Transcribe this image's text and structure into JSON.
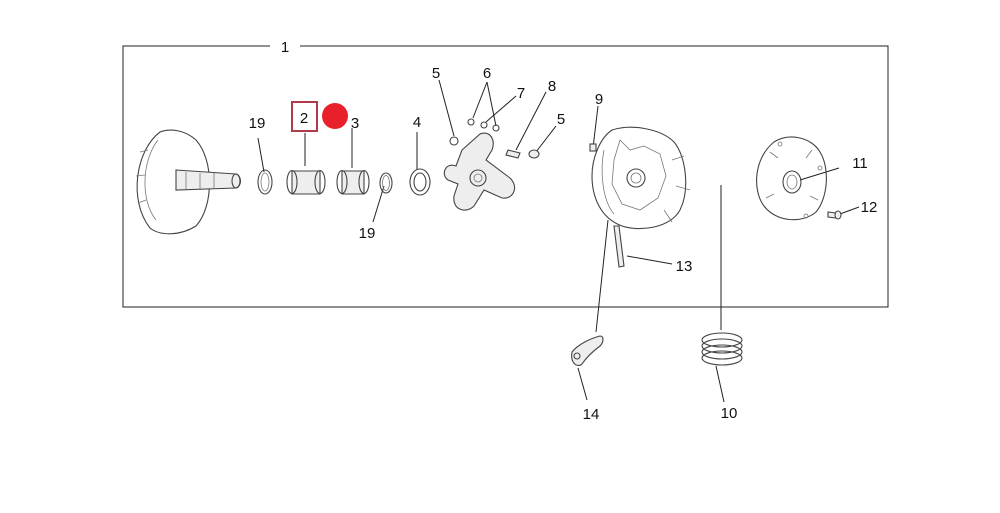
{
  "diagram": {
    "callouts": {
      "c1": "1",
      "c2": "2",
      "c3": "3",
      "c4": "4",
      "c5a": "5",
      "c5b": "5",
      "c6": "6",
      "c7": "7",
      "c8": "8",
      "c9": "9",
      "c10": "10",
      "c11": "11",
      "c12": "12",
      "c13": "13",
      "c14": "14",
      "c19a": "19",
      "c19b": "19"
    },
    "highlight": {
      "selected_callout": "2",
      "box_color": "#b03a48",
      "marker_color": "#e8202a"
    }
  }
}
